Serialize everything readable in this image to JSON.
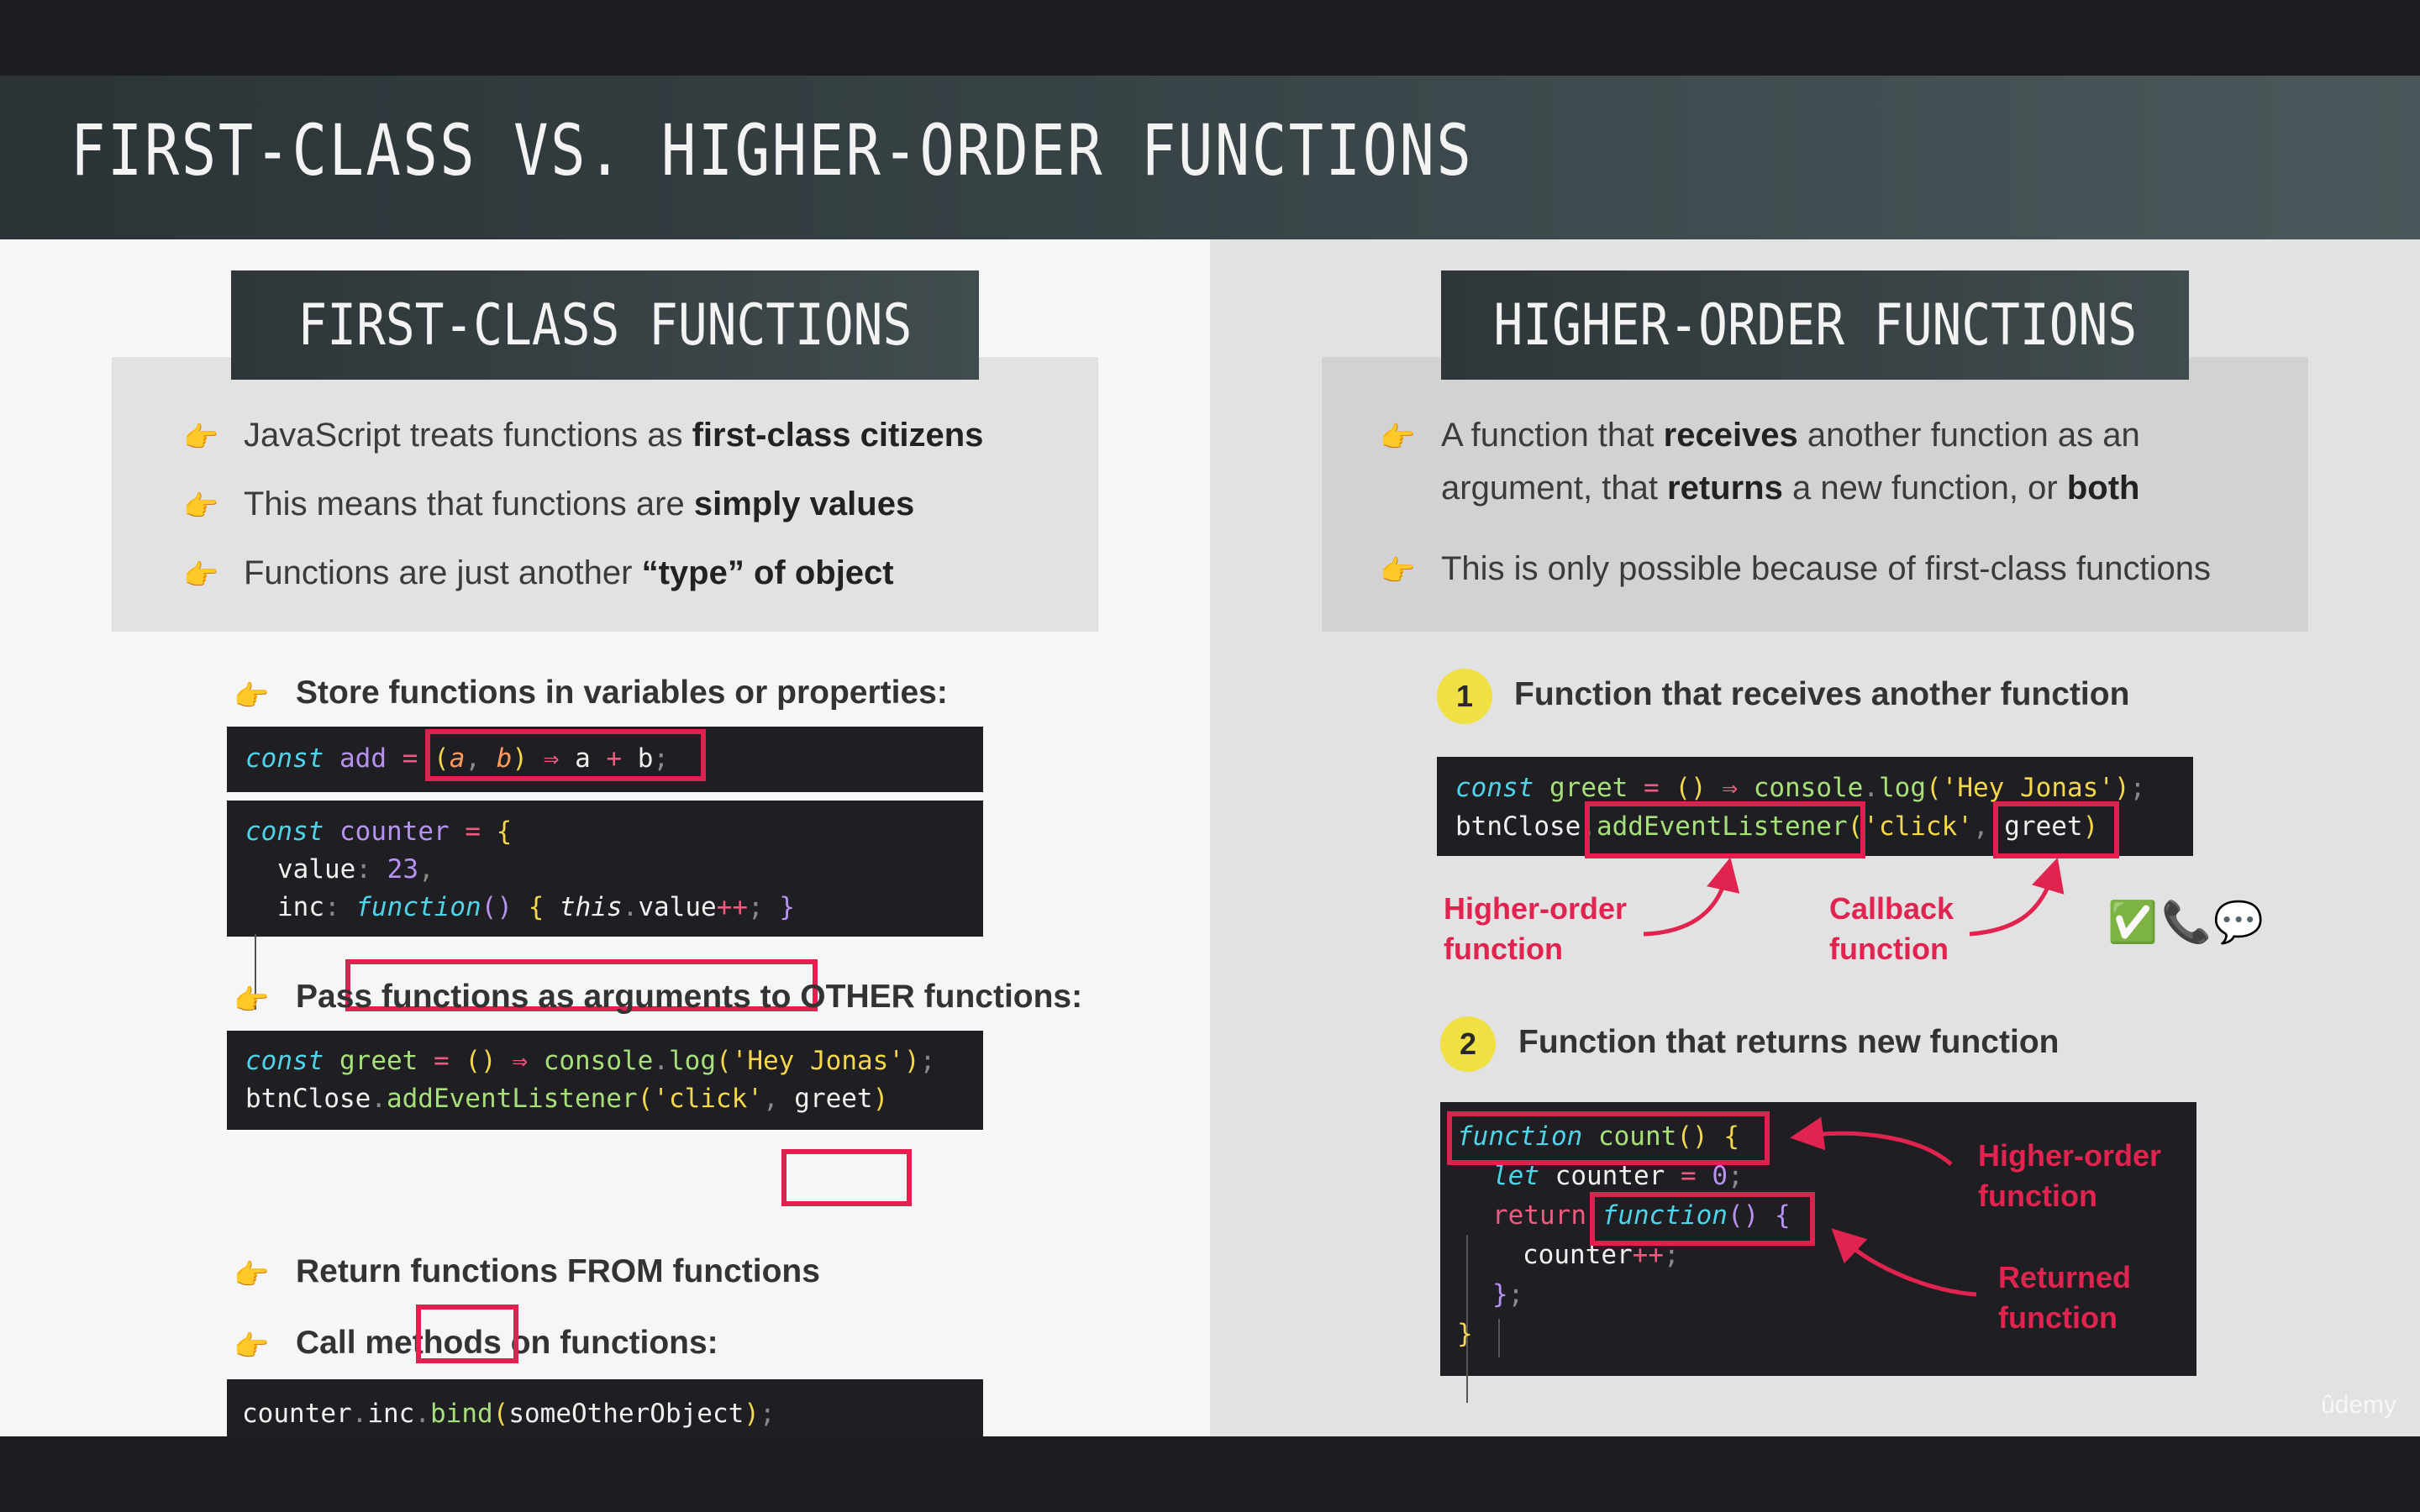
{
  "slide": {
    "title": "FIRST-CLASS VS. HIGHER-ORDER FUNCTIONS",
    "watermark": "ûdemy"
  },
  "icons": {
    "bullet": "pointing-hand-icon",
    "status": [
      "check-mark-icon",
      "telephone-icon",
      "speech-bubble-icon"
    ]
  },
  "colors": {
    "header_dark": "#2e3639",
    "highlight": "#e0204f",
    "code_bg": "#1f1e22",
    "badge": "#f1e043"
  },
  "left": {
    "header": "FIRST-CLASS FUNCTIONS",
    "bullets": [
      {
        "pre": "JavaScript treats functions as ",
        "bold": "first-class citizens",
        "post": ""
      },
      {
        "pre": "This means that functions are ",
        "bold": "simply values",
        "post": ""
      },
      {
        "pre": "Functions are just another ",
        "bold": "“type” of object",
        "post": ""
      }
    ],
    "sub1": "Store functions in variables or properties:",
    "sub2": "Pass functions as arguments to OTHER functions:",
    "sub3": "Return functions FROM functions",
    "sub4": "Call methods on functions:",
    "code1": {
      "kw": "const",
      "name": "add",
      "eq": "=",
      "p1": "(",
      "a": "a",
      "comma": ",",
      "b": "b",
      "p2": ")",
      "arrow": "⇒",
      "x": "a",
      "plus": "+",
      "y": "b",
      "semi": ";"
    },
    "code2": {
      "kw": "const",
      "name": "counter",
      "eq": "=",
      "open": "{",
      "prop1": "value",
      "colon1": ":",
      "num": "23",
      "comma": ",",
      "prop2": "inc",
      "colon2": ":",
      "fnkw": "function",
      "parens": "()",
      "b1": "{",
      "this": "this",
      "dot": ".",
      "val": "value",
      "inc": "++",
      "semi": ";",
      "b2": "}"
    },
    "code3": {
      "kw": "const",
      "name": "greet",
      "eq": "=",
      "parens": "()",
      "arrow": "⇒",
      "console": "console",
      "dot": ".",
      "log": "log",
      "p1": "(",
      "str": "'Hey Jonas'",
      "p2": ")",
      "semi": ";",
      "btn": "btnClose",
      "dot2": ".",
      "listener": "addEventListener",
      "p3": "(",
      "click": "'click'",
      "comma": ",",
      "greet": "greet",
      "p4": ")"
    },
    "code4": {
      "obj": "counter",
      "dot1": ".",
      "inc": "inc",
      "dot2": ".",
      "bind": "bind",
      "p1": "(",
      "arg": "someOtherObject",
      "p2": ")",
      "semi": ";"
    }
  },
  "right": {
    "header": "HIGHER-ORDER FUNCTIONS",
    "bullet1": {
      "pre": "A function that ",
      "b1": "receives",
      "mid1": " another function as an",
      "pre2": "argument, that ",
      "b2": "returns",
      "mid2": " a new function, or ",
      "b3": "both"
    },
    "bullet2": "This is only possible because of first-class functions",
    "item1": {
      "num": "1",
      "label": "Function that receives another function"
    },
    "item2": {
      "num": "2",
      "label": "Function that returns new function"
    },
    "code1": {
      "kw": "const",
      "name": "greet",
      "eq": "=",
      "parens": "()",
      "arrow": "⇒",
      "console": "console",
      "dot": ".",
      "log": "log",
      "p1": "(",
      "str": "'Hey Jonas'",
      "p2": ")",
      "semi": ";",
      "btn": "btnClose",
      "dot2": ".",
      "listener": "addEventListener",
      "p3": "(",
      "click": "'click'",
      "comma": ",",
      "greet": "greet",
      "p4": ")"
    },
    "ann_hof_1": [
      "Higher-order",
      "function"
    ],
    "ann_cb": [
      "Callback",
      "function"
    ],
    "code2": {
      "fnkw": "function",
      "name": "count",
      "parens": "()",
      "b1": "{",
      "let": "let",
      "counter": "counter",
      "eq": "=",
      "zero": "0",
      "semi": ";",
      "ret": "return",
      "fnkw2": "function",
      "parens2": "()",
      "b2": "{",
      "counter2": "counter",
      "inc": "++",
      "semi2": ";",
      "close1": "}",
      "semi3": ";",
      "close2": "}"
    },
    "ann_hof_2": [
      "Higher-order",
      "function"
    ],
    "ann_ret": [
      "Returned",
      "function"
    ]
  }
}
